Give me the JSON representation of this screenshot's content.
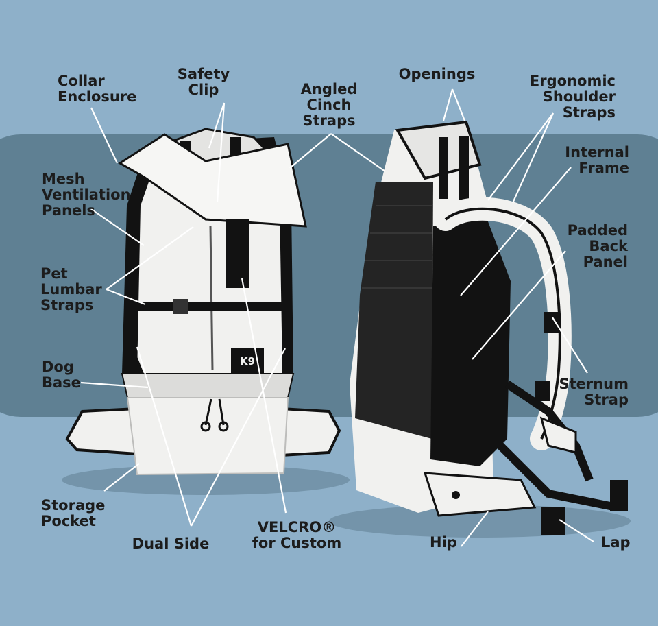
{
  "colors": {
    "background": "#8eb0c9",
    "band": "#5f8093",
    "fabric": "#f1f1ef",
    "strap": "#121212",
    "mesh": "#242424",
    "text": "#1c1c1c",
    "leader": "#ffffff"
  },
  "brand_patch": "K9",
  "callouts": {
    "collar_enclosure": "Collar\nEnclosure",
    "safety_clip": "Safety\nClip",
    "angled_cinch_straps": "Angled\nCinch\nStraps",
    "openings": "Openings",
    "ergonomic_shoulder_straps": "Ergonomic\nShoulder\nStraps",
    "internal_frame": "Internal\nFrame",
    "mesh_ventilation_panels": "Mesh\nVentilation\nPanels",
    "padded_back_panel": "Padded\nBack\nPanel",
    "pet_lumbar_straps": "Pet\nLumbar\nStraps",
    "sternum_strap": "Sternum\nStrap",
    "dog_base": "Dog\nBase",
    "storage_pocket": "Storage\nPocket",
    "dual_side": "Dual Side",
    "velcro_for_custom": "VELCRO®\nfor Custom",
    "hip": "Hip",
    "lap": "Lap"
  }
}
